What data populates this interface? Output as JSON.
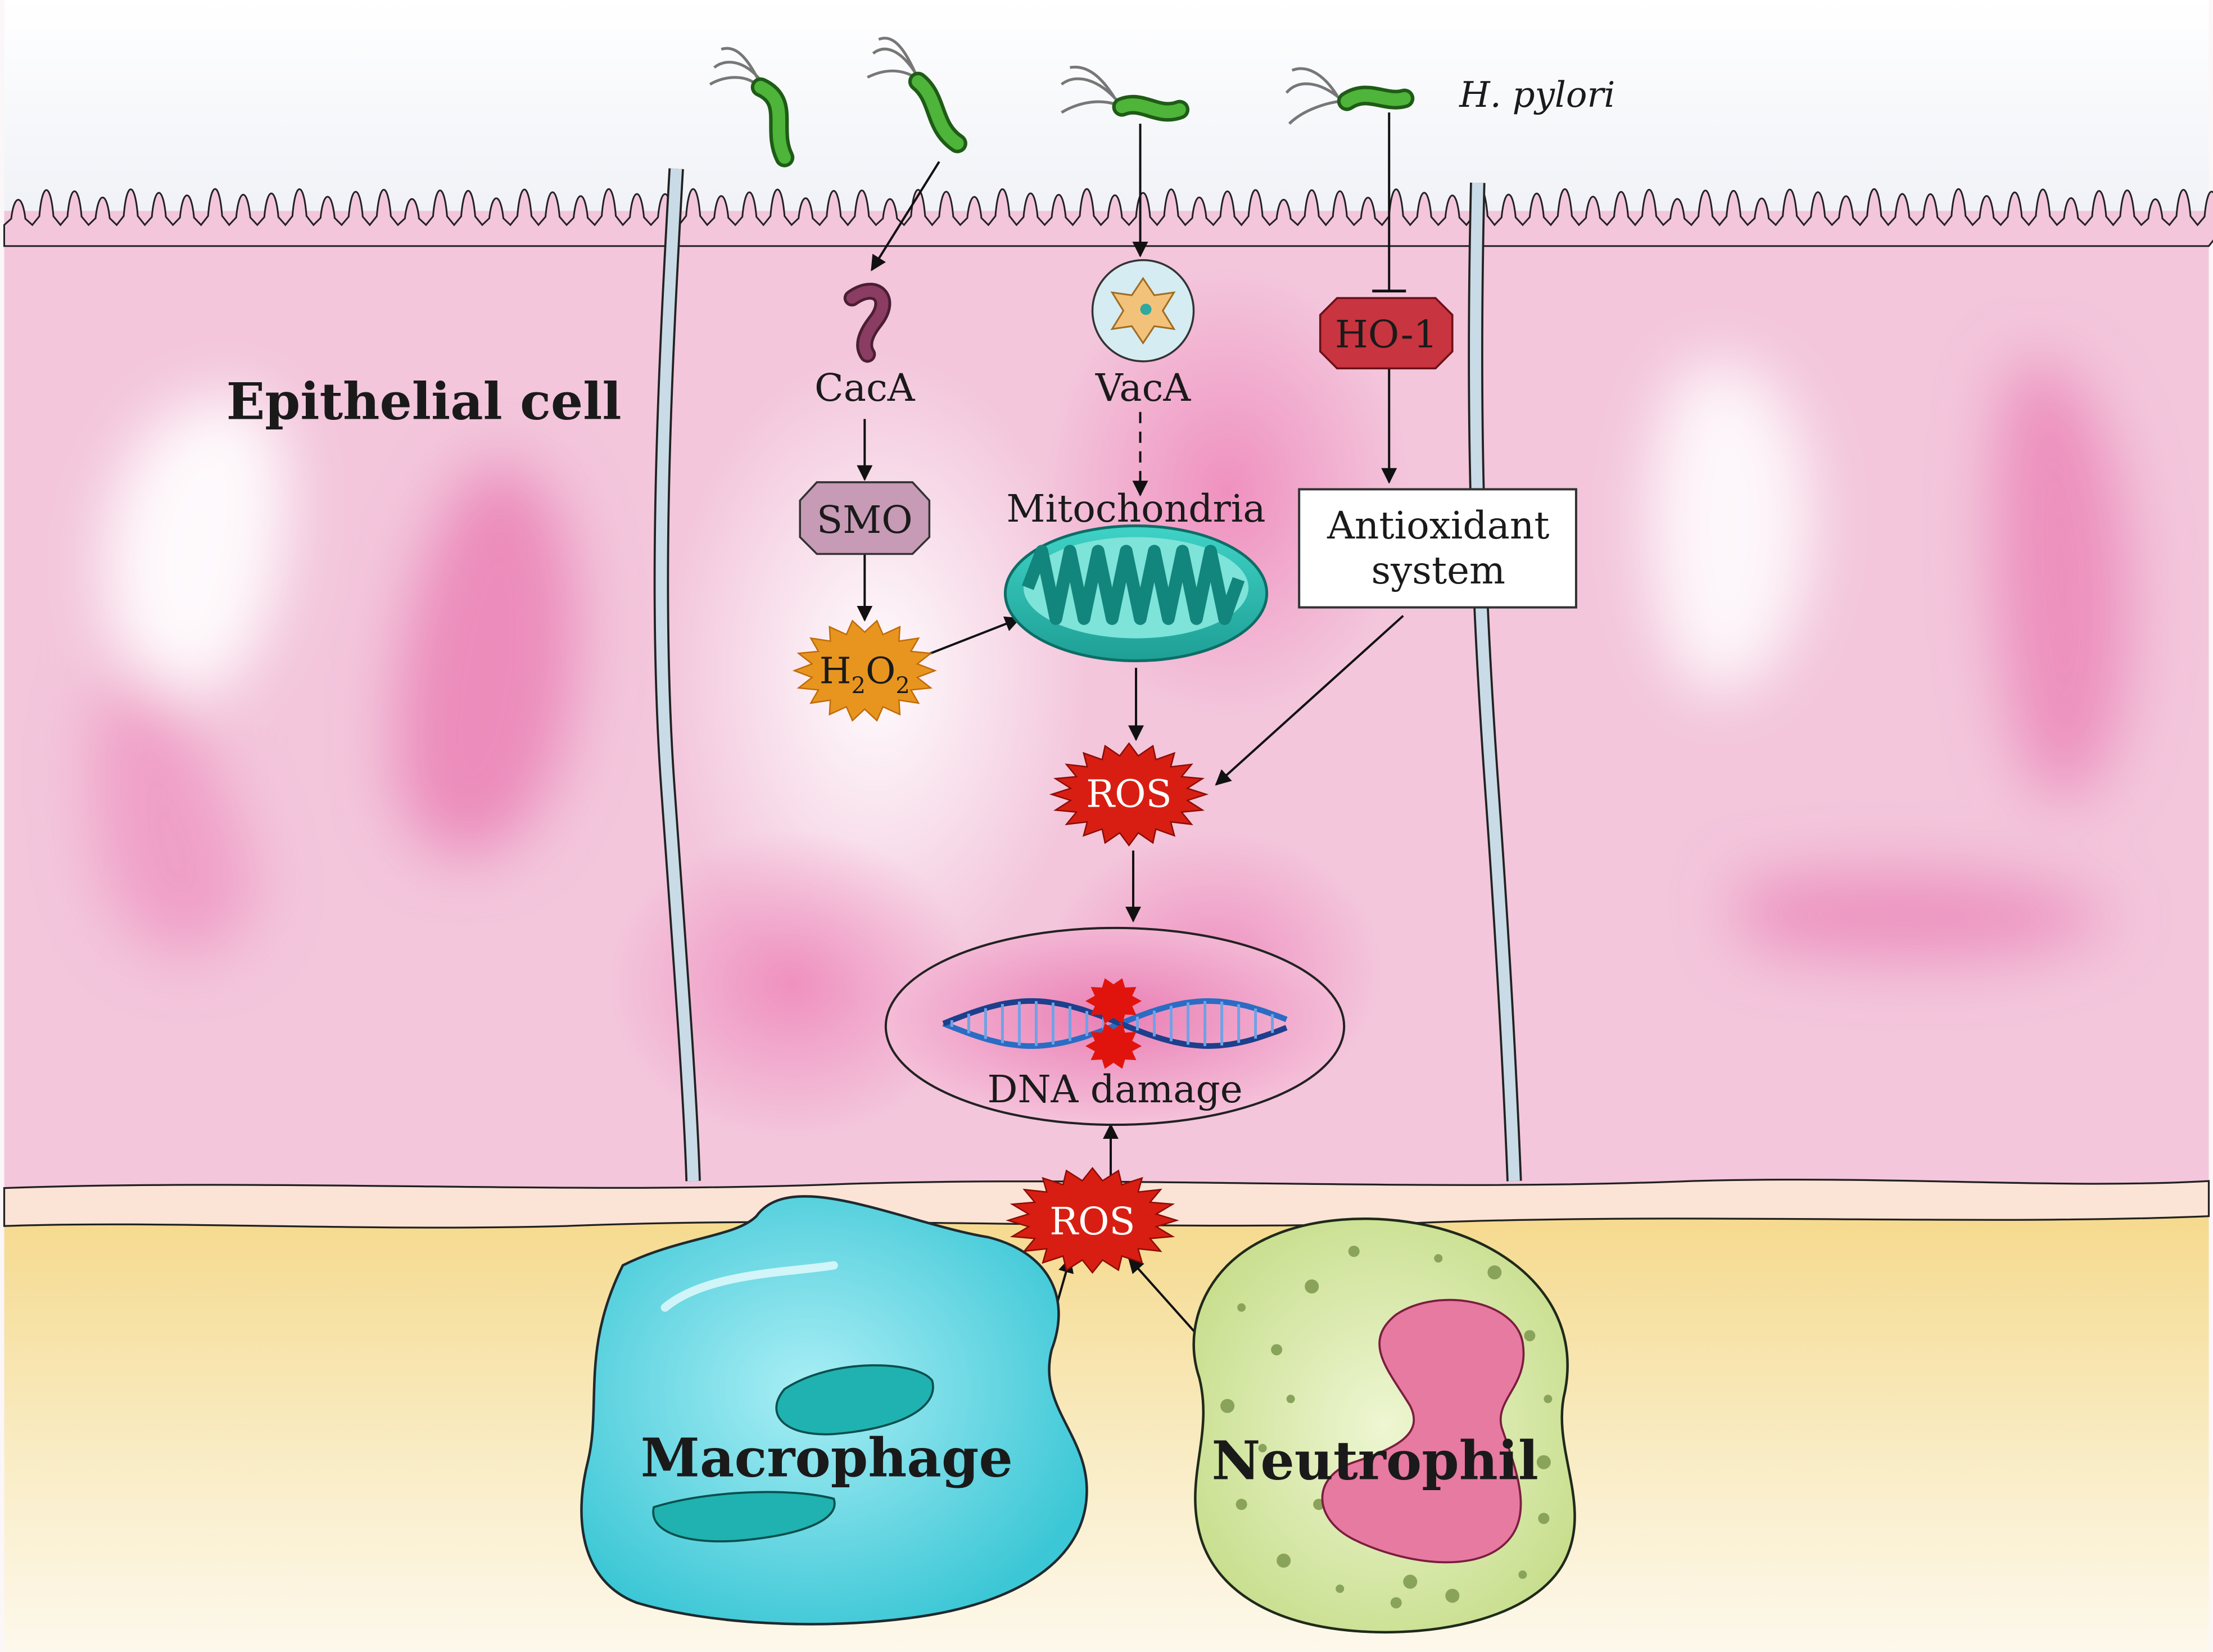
{
  "labels": {
    "bacterium": "H. pylori",
    "epithelial_cell": "Epithelial cell",
    "caca": "CacA",
    "smo": "SMO",
    "h2o2_base": "H",
    "h2o2_sub1": "2",
    "h2o2_mid": "O",
    "h2o2_sub2": "2",
    "vaca": "VacA",
    "mitochondria": "Mitochondria",
    "ho1": "HO-1",
    "antioxidant_line1": "Antioxidant",
    "antioxidant_line2": "system",
    "ros_cell": "ROS",
    "ros_immune": "ROS",
    "dna_damage": "DNA damage",
    "macrophage": "Macrophage",
    "neutrophil": "Neutrophil"
  },
  "colors": {
    "cytoplasm": "#f3c6dc",
    "membrane": "#c9dbe6",
    "stroma": "#f7df96",
    "ros": "#d81e12",
    "h2o2": "#e8951f",
    "smo": "#c79ab6",
    "ho1": "#c8343f",
    "mitochondria": "#2fc4b9",
    "macrophage": "#5ad6e2",
    "neutrophil": "#d7e8a5",
    "bacterium": "#3f9a2f"
  }
}
